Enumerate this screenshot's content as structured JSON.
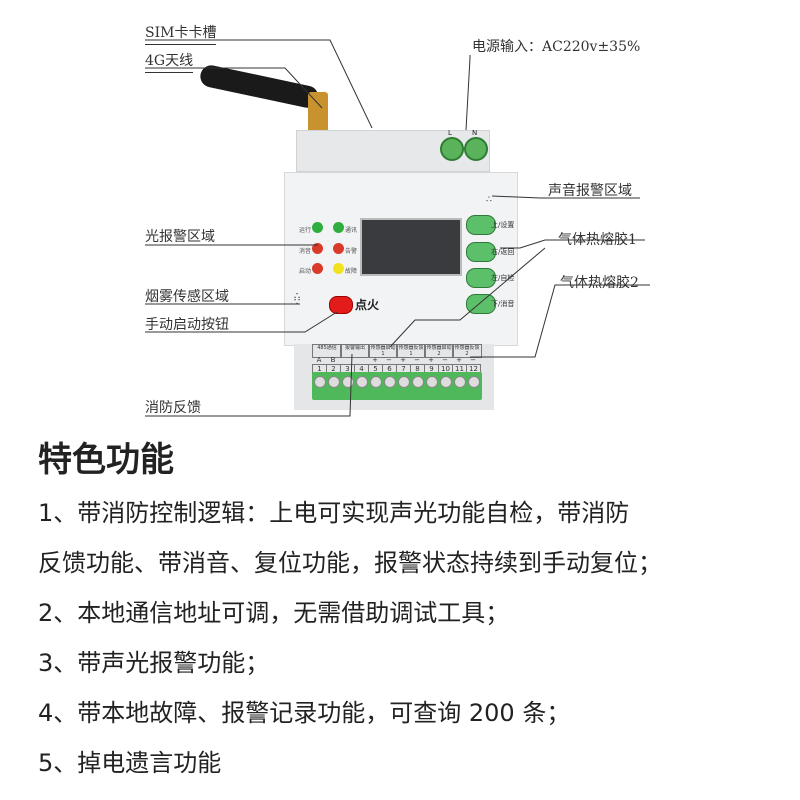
{
  "callouts": {
    "sim": "SIM卡卡槽",
    "antenna": "4G天线",
    "power": "电源输入：AC220v±35%",
    "light_alarm": "光报警区域",
    "smoke": "烟雾传感区域",
    "manual": "手动启动按钮",
    "feedback": "消防反馈",
    "sound": "声音报警区域",
    "glue1": "气体热熔胶1",
    "glue2": "气体热熔胶2"
  },
  "device": {
    "power_terminals": [
      "L",
      "N"
    ],
    "leds": [
      {
        "label": "运行",
        "color": "#2fae3e"
      },
      {
        "label": "通讯",
        "color": "#2fae3e"
      },
      {
        "label": "消音",
        "color": "#d93a2a"
      },
      {
        "label": "告警",
        "color": "#d93a2a"
      },
      {
        "label": "启动",
        "color": "#d93a2a"
      },
      {
        "label": "故障",
        "color": "#f2e21c"
      }
    ],
    "buttons": [
      "上/设置",
      "右/返回",
      "左/自检",
      "下/消音"
    ],
    "fire_button": "点火",
    "terminal_groups": [
      "485通信",
      "报警输出",
      "传感器启动1",
      "传感器反馈1",
      "传感器启动2",
      "传感器反馈2"
    ],
    "terminal_signs": [
      "A",
      "B",
      "",
      "",
      "+",
      "−",
      "+",
      "−",
      "+",
      "−",
      "+",
      "−"
    ],
    "terminal_numbers": [
      "1",
      "2",
      "3",
      "4",
      "5",
      "6",
      "7",
      "8",
      "9",
      "10",
      "11",
      "12"
    ]
  },
  "features": {
    "title": "特色功能",
    "items": [
      "1、带消防控制逻辑：上电可实现声光功能自检，带消防",
      "反馈功能、带消音、复位功能，报警状态持续到手动复位；",
      "2、本地通信地址可调，无需借助调试工具；",
      "3、带声光报警功能；",
      "4、带本地故障、报警记录功能，可查询 200 条；",
      "5、掉电遗言功能"
    ]
  }
}
